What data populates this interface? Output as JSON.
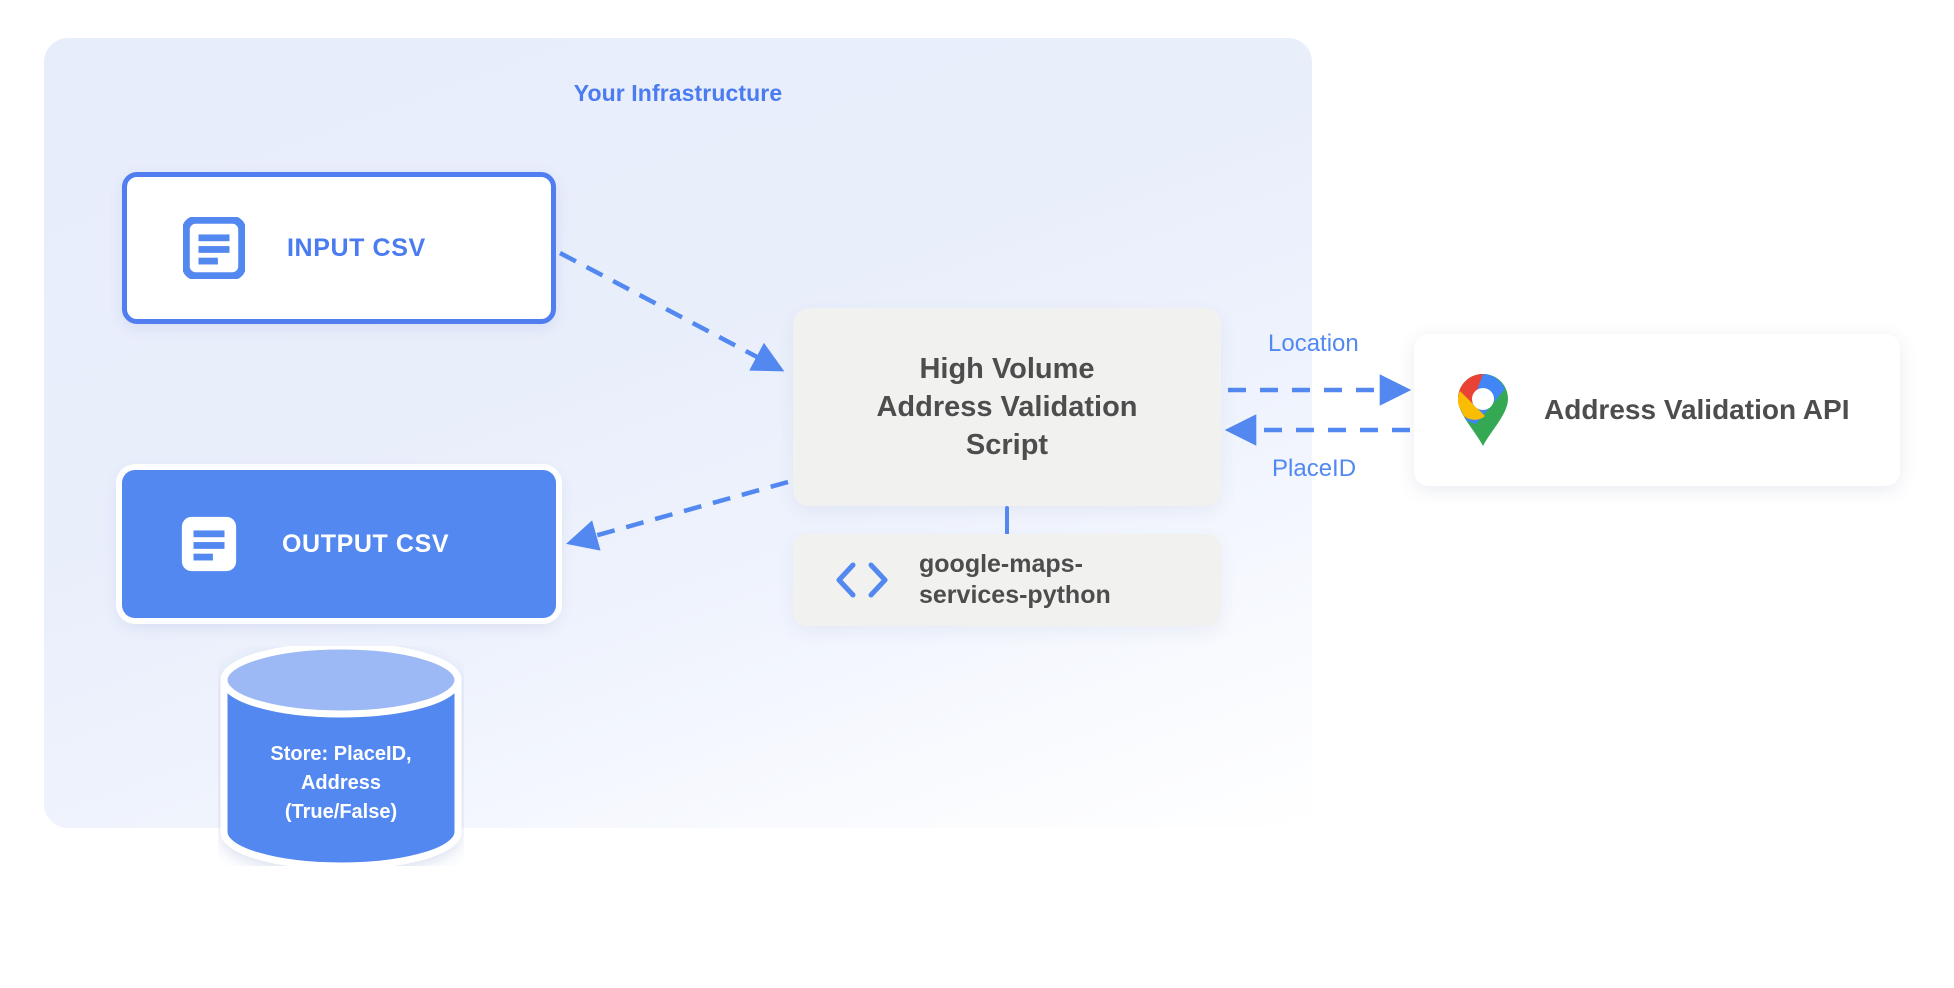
{
  "panel": {
    "title": "Your Infrastructure"
  },
  "nodes": {
    "input_csv": {
      "label": "INPUT CSV",
      "icon": "document-icon"
    },
    "output_csv": {
      "label": "OUTPUT CSV",
      "icon": "document-icon"
    },
    "script": {
      "line1": "High Volume",
      "line2": "Address Validation",
      "line3": "Script"
    },
    "library": {
      "line1": "google-maps-",
      "line2": "services-python",
      "icon": "code-brackets-icon"
    },
    "api": {
      "label": "Address Validation API",
      "icon": "google-maps-pin-icon"
    },
    "database": {
      "line1": "Store: PlaceID,",
      "line2": "Address",
      "line3": "(True/False)"
    }
  },
  "edges": {
    "location_label": "Location",
    "placeid_label": "PlaceID"
  },
  "colors": {
    "accent_blue": "#5288f0",
    "title_blue": "#4a7bf0",
    "panel_bg": "#e8edfb",
    "box_gray": "#f1f1ef",
    "text_dark": "#4d4d4d",
    "db_top": "#9cb8f5",
    "db_body": "#5288f0",
    "gmaps_blue": "#4285f4",
    "gmaps_red": "#ea4335",
    "gmaps_yellow": "#fbbc04",
    "gmaps_green": "#34a853"
  }
}
